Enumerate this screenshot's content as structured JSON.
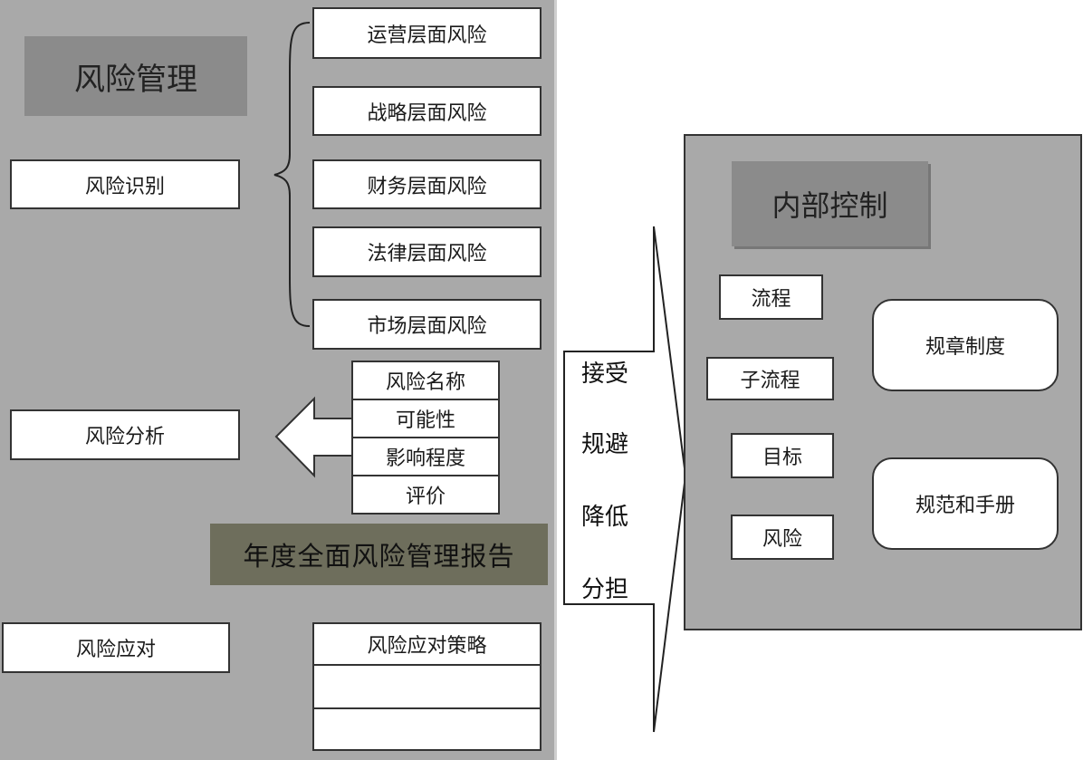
{
  "risk_management": {
    "title": "风险管理",
    "identification": "风险识别",
    "levels": [
      "运营层面风险",
      "战略层面风险",
      "财务层面风险",
      "法律层面风险",
      "市场层面风险"
    ],
    "analysis": "风险分析",
    "analysis_items": [
      "风险名称",
      "可能性",
      "影响程度",
      "评价"
    ],
    "report": "年度全面风险管理报告",
    "response": "风险应对",
    "response_strategy_table": [
      "风险应对策略",
      "",
      ""
    ]
  },
  "strategies": [
    "接受",
    "规避",
    "降低",
    "分担"
  ],
  "internal_control": {
    "title": "内部控制",
    "elements": [
      "流程",
      "子流程",
      "目标",
      "风险"
    ],
    "rules": [
      "规章制度",
      "规范和手册"
    ]
  }
}
